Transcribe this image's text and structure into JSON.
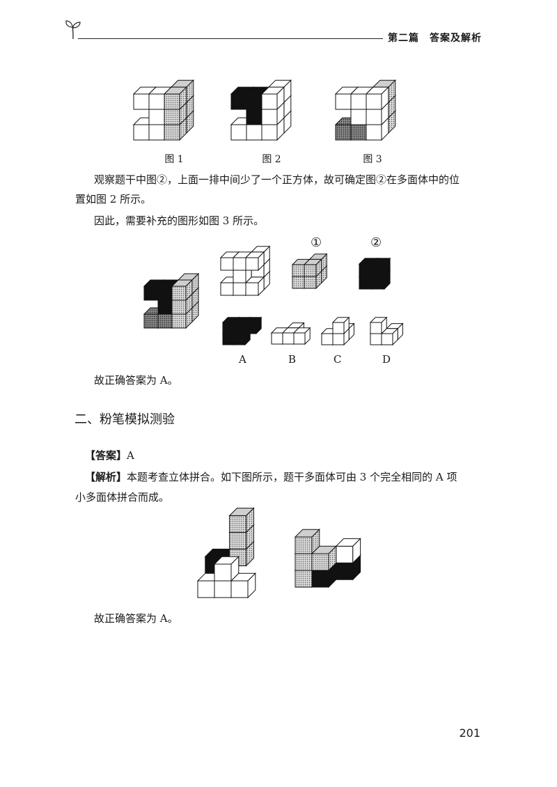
{
  "header": {
    "section_label": "第二篇　答案及解析"
  },
  "figures_row1": {
    "captions": [
      "图 1",
      "图 2",
      "图 3"
    ]
  },
  "analysis": {
    "para1_line1": "观察题干中图②，上面一排中间少了一个正方体，故可确定图②在多面体中的位",
    "para1_line2": "置如图 2 所示。",
    "para2": "因此，需要补充的图形如图 3 所示。"
  },
  "figure_options": {
    "marker1": "①",
    "marker2": "②",
    "option_labels": [
      "A",
      "B",
      "C",
      "D"
    ]
  },
  "conclusion1": "故正确答案为 A。",
  "section2": {
    "title": "二、粉笔模拟测验"
  },
  "answer": {
    "label": "【答案】",
    "value": "A"
  },
  "explanation": {
    "label": "【解析】",
    "line1": "本题考查立体拼合。如下图所示，题干多面体可由 3 个完全相同的 A 项",
    "line2": "小多面体拼合而成。"
  },
  "conclusion2": "故正确答案为 A。",
  "page_number": "201"
}
